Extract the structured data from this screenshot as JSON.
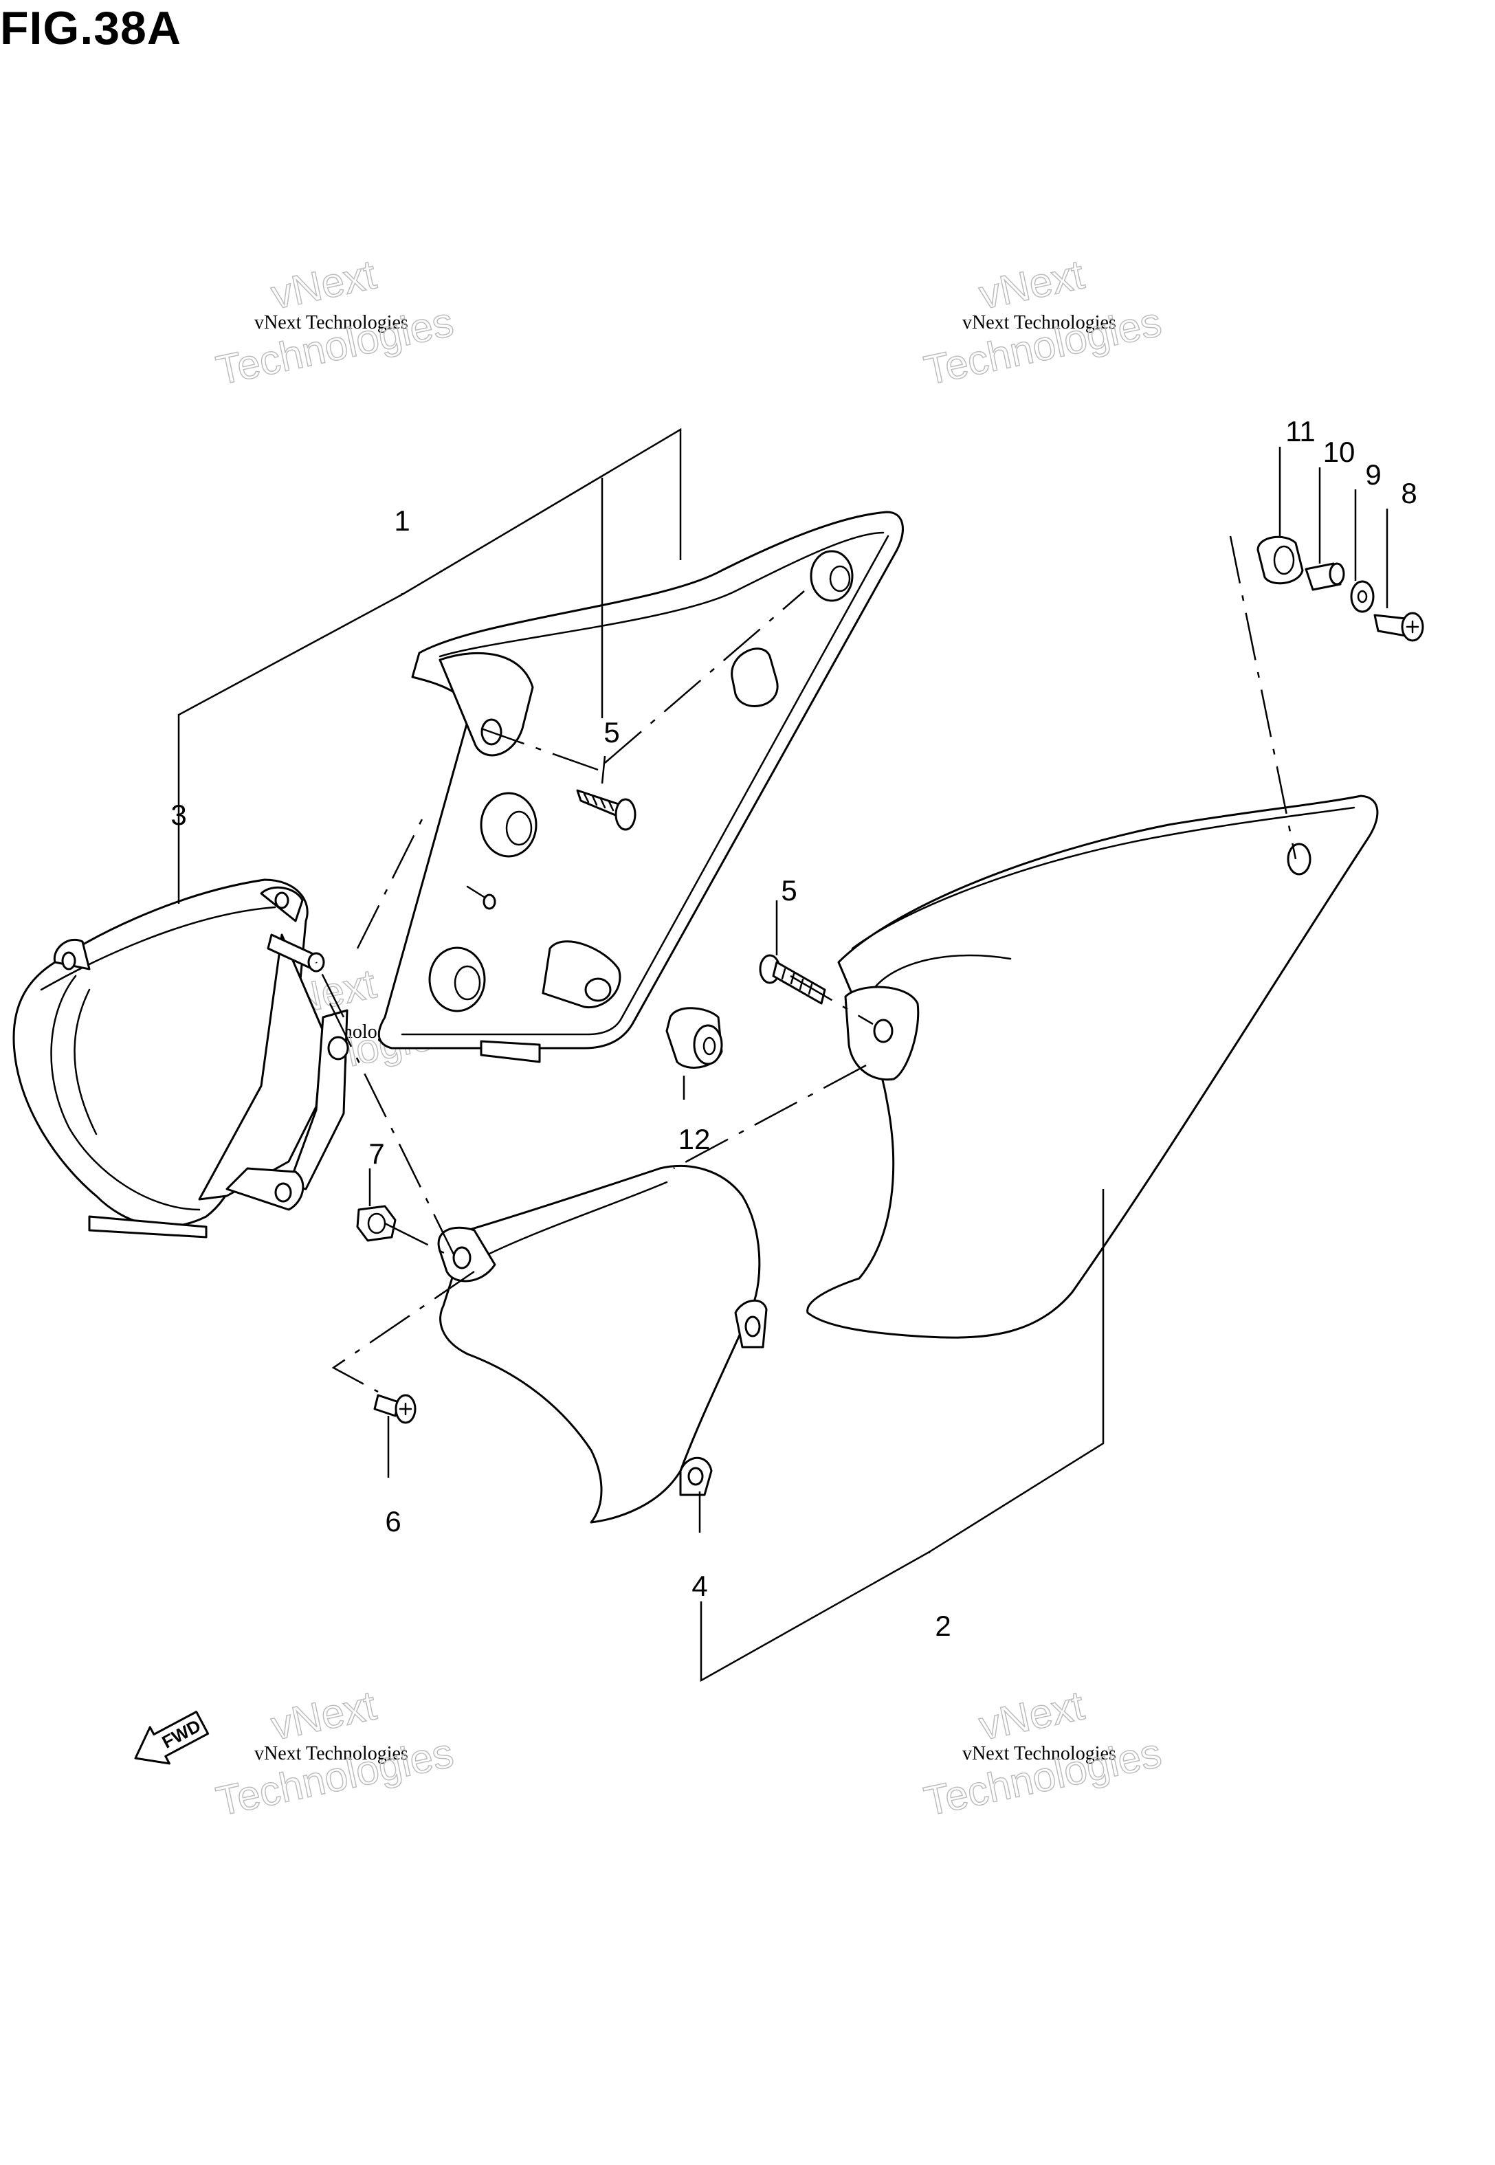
{
  "figure": {
    "title": "FIG.38A"
  },
  "callouts": [
    "1",
    "2",
    "3",
    "4",
    "5",
    "5",
    "6",
    "7",
    "8",
    "9",
    "10",
    "11",
    "12"
  ],
  "watermark": {
    "line1": "vNext Technologies",
    "line2a": "vNext",
    "line2b": "Technologies"
  },
  "fwd_label": "FWD",
  "colors": {
    "ink": "#000000",
    "watermark": "#bdbdbd",
    "paper": "#ffffff"
  }
}
